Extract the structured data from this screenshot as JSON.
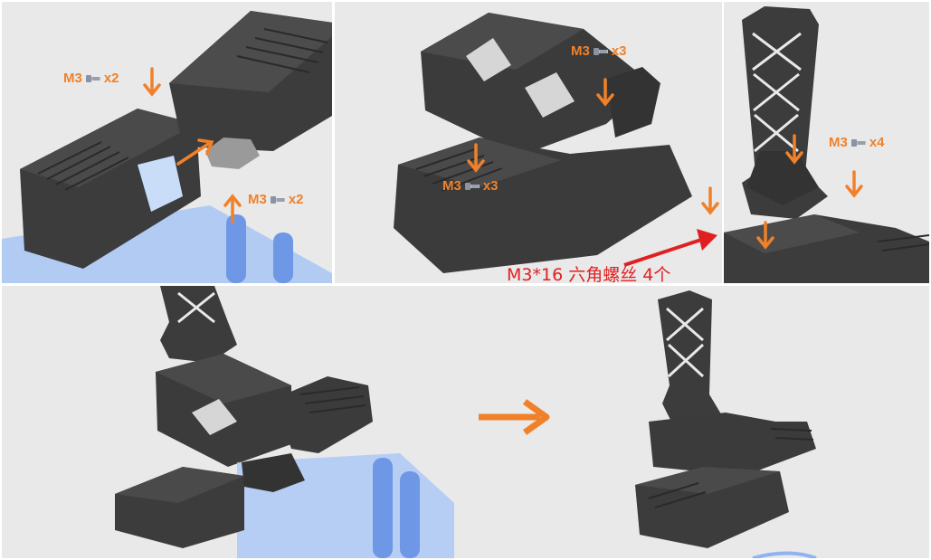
{
  "labels": {
    "p1_top": "M3",
    "p1_top_qty": "x2",
    "p1_bottom": "M3",
    "p1_bottom_qty": "x2",
    "p2_top": "M3",
    "p2_top_qty": "x3",
    "p2_bottom": "M3",
    "p2_bottom_qty": "x3",
    "p3": "M3",
    "p3_qty": "x4"
  },
  "note": "M3*16 六角螺丝 4个",
  "icons": {
    "screw": "screw-icon",
    "arrow": "arrow-icon"
  },
  "colors": {
    "orange": "#f0812a",
    "red": "#e02020",
    "part": "#3a3a3a",
    "part_light": "#555555",
    "blue": "#8fb3f2",
    "background": "#e9e9e9"
  }
}
